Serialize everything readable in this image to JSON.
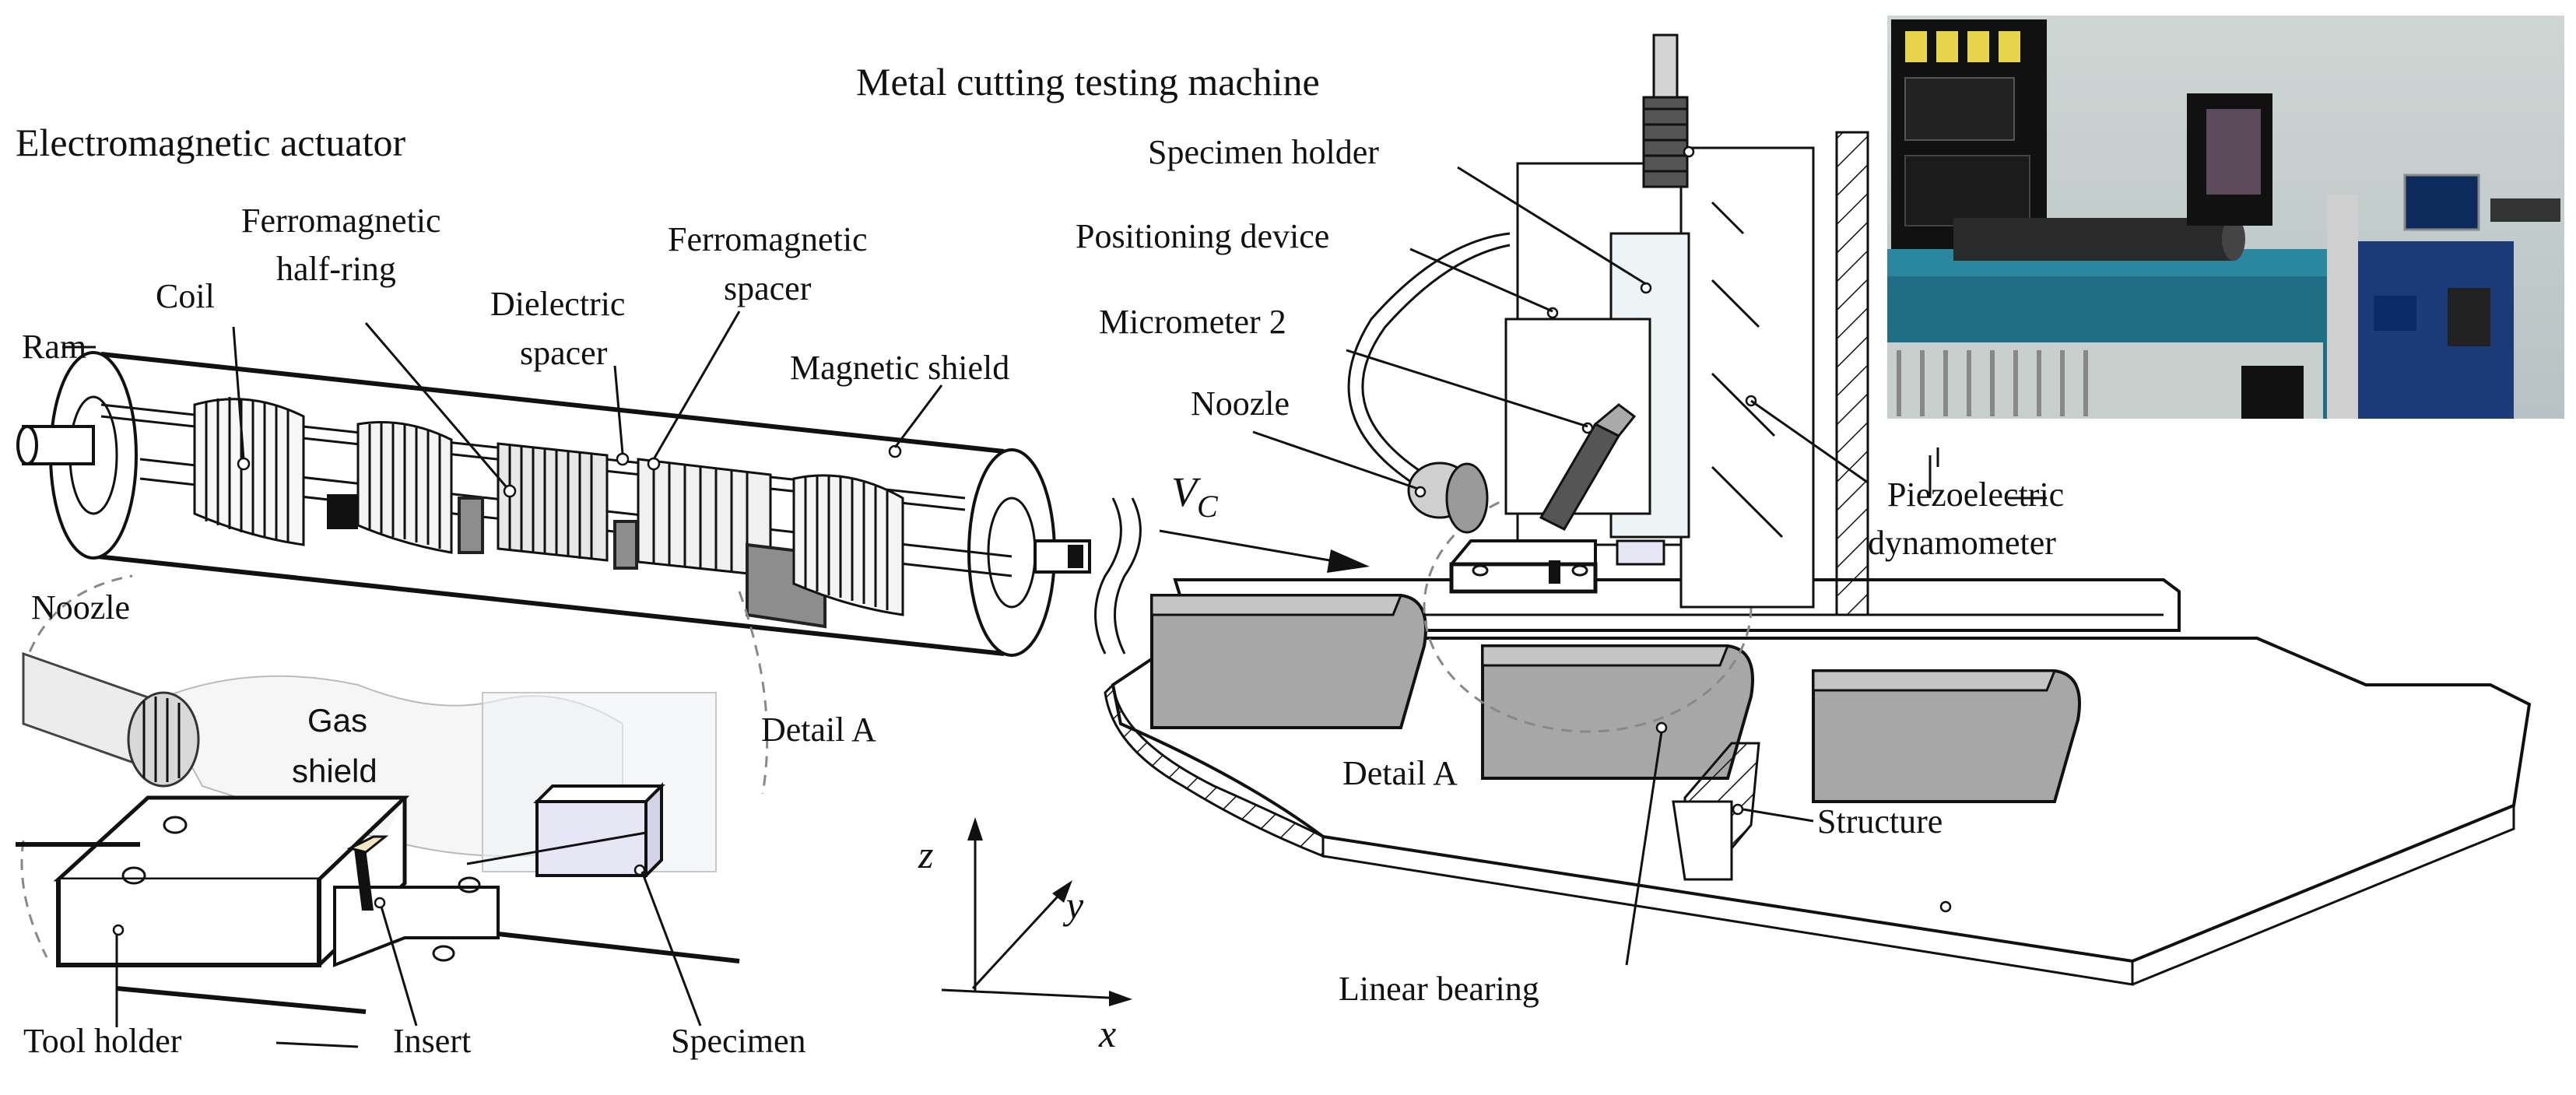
{
  "sections": {
    "actuator_title": "Electromagnetic actuator",
    "machine_title": "Metal cutting testing machine"
  },
  "actuator_labels": {
    "ram": "Ram",
    "coil": "Coil",
    "half_ring_1": "Ferromagnetic",
    "half_ring_2": "half-ring",
    "dielectric_1": "Dielectric",
    "dielectric_2": "spacer",
    "ferro_spacer_1": "Ferromagnetic",
    "ferro_spacer_2": "spacer",
    "shield": "Magnetic shield",
    "noozle": "Noozle"
  },
  "detail_labels": {
    "gas_1": "Gas",
    "gas_2": "shield",
    "detail_a": "Detail A",
    "tool_holder": "Tool holder",
    "insert": "Insert",
    "specimen": "Specimen"
  },
  "machine_labels": {
    "specimen_holder": "Specimen holder",
    "positioning_device": "Positioning device",
    "micrometer": "Micrometer 2",
    "noozle": "Noozle",
    "velocity_main": "V",
    "velocity_sub": "C",
    "piezo_1": "Piezoelectric",
    "piezo_2": "dynamometer",
    "detail_a": "Detail A",
    "structure": "Structure",
    "linear_bearing": "Linear bearing"
  },
  "axes": {
    "z": "z",
    "y": "y",
    "x": "x"
  }
}
